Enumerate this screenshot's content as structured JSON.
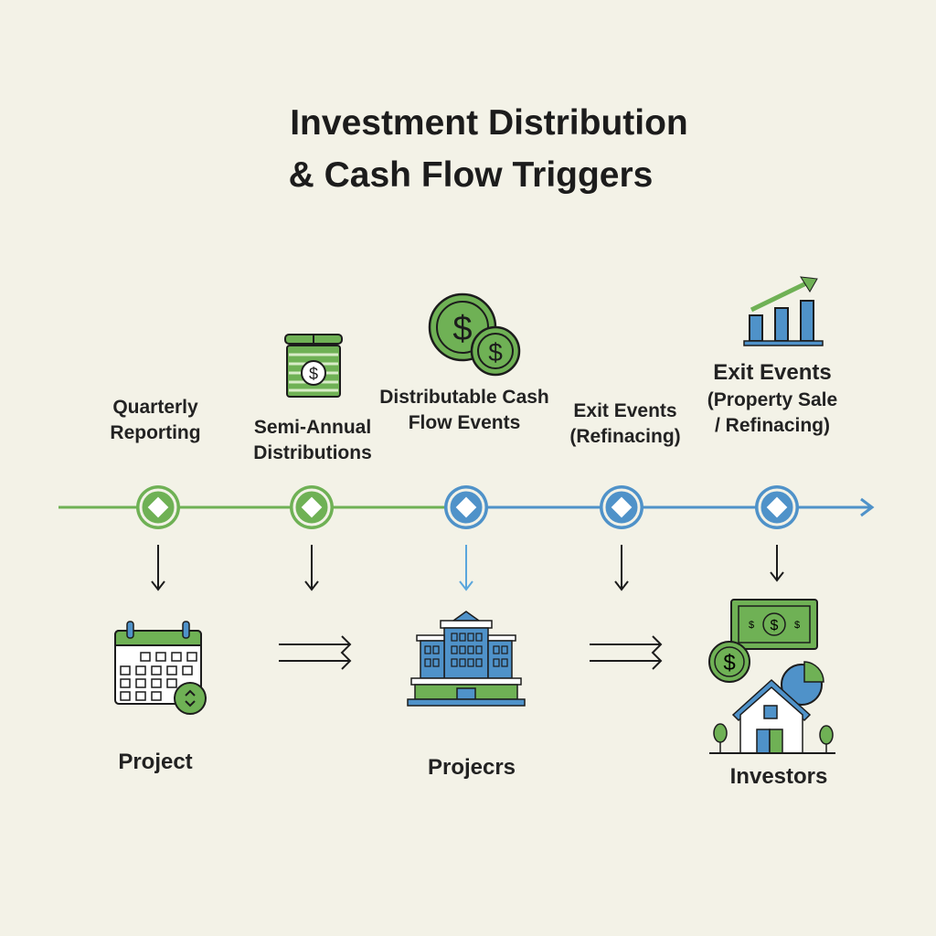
{
  "title": {
    "line1": "Investment Distribution",
    "line2": "& Cash Flow Triggers"
  },
  "colors": {
    "background": "#f3f2e7",
    "green": "#6fb155",
    "blue": "#4f92c9",
    "ink": "#1c1c1c"
  },
  "events": [
    {
      "lines": [
        "Quarterly",
        "Reporting"
      ],
      "color": "green"
    },
    {
      "lines": [
        "Semi-Annual",
        "Distributions"
      ],
      "color": "green",
      "icon": "cash-stack-icon"
    },
    {
      "lines": [
        "Distributable Cash",
        "Flow Events"
      ],
      "color": "blue",
      "icon": "coins-icon"
    },
    {
      "lines": [
        "Exit Events",
        "(Refinacing)"
      ],
      "color": "blue"
    },
    {
      "heading": "Exit Events",
      "lines": [
        "(Property Sale",
        "/ Refinacing)"
      ],
      "color": "blue",
      "icon": "growth-chart-icon"
    }
  ],
  "entities": [
    {
      "label": "Project",
      "icon": "calendar-icon"
    },
    {
      "label": "Projecrs",
      "icon": "building-icon"
    },
    {
      "label": "Investors",
      "icon": "investors-house-icon"
    }
  ]
}
